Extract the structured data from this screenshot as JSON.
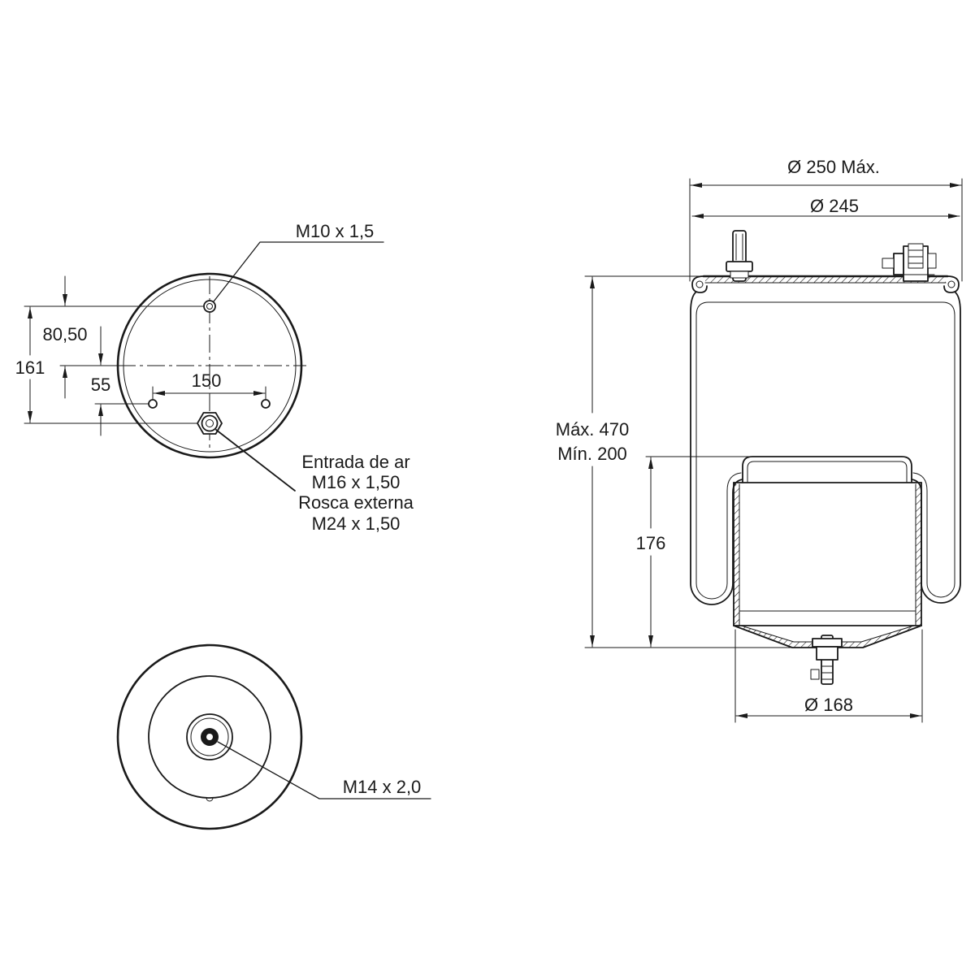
{
  "top_view": {
    "mounting_thread": "M10 x 1,5",
    "dim_offset": "80,50",
    "dim_total": "161",
    "dim_inlet": "55",
    "dim_hole_spacing": "150",
    "inlet_callout": [
      "Entrada de ar",
      "M16 x 1,50",
      "Rosca externa",
      "M24 x 1,50"
    ]
  },
  "bottom_view": {
    "piston_thread": "M14 x 2,0"
  },
  "side_view": {
    "diameter_max": "Ø 250 Máx.",
    "diameter": "Ø 245",
    "height_max": "Máx. 470",
    "height_min": "Mín. 200",
    "piston_height": "176",
    "piston_diameter": "Ø 168"
  },
  "colors": {
    "line": "#1a1a1a",
    "background": "#ffffff"
  }
}
